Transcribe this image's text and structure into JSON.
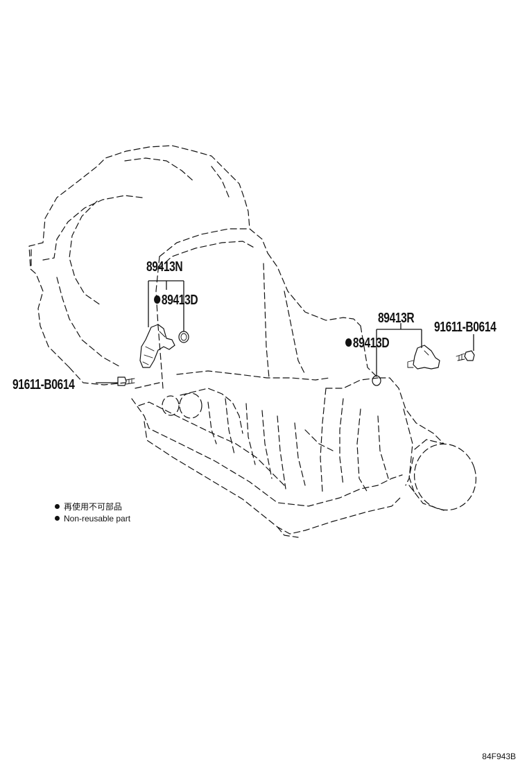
{
  "parts": {
    "sensor_upper": "89413N",
    "oring_upper": "89413D",
    "sensor_right": "89413R",
    "oring_right": "89413D",
    "bolt_left": "91611-B0614",
    "bolt_right": "91611-B0614"
  },
  "legend": {
    "line_jp": "再使用不可部品",
    "line_en": "Non-reusable part"
  },
  "ref_code": "84F943B"
}
